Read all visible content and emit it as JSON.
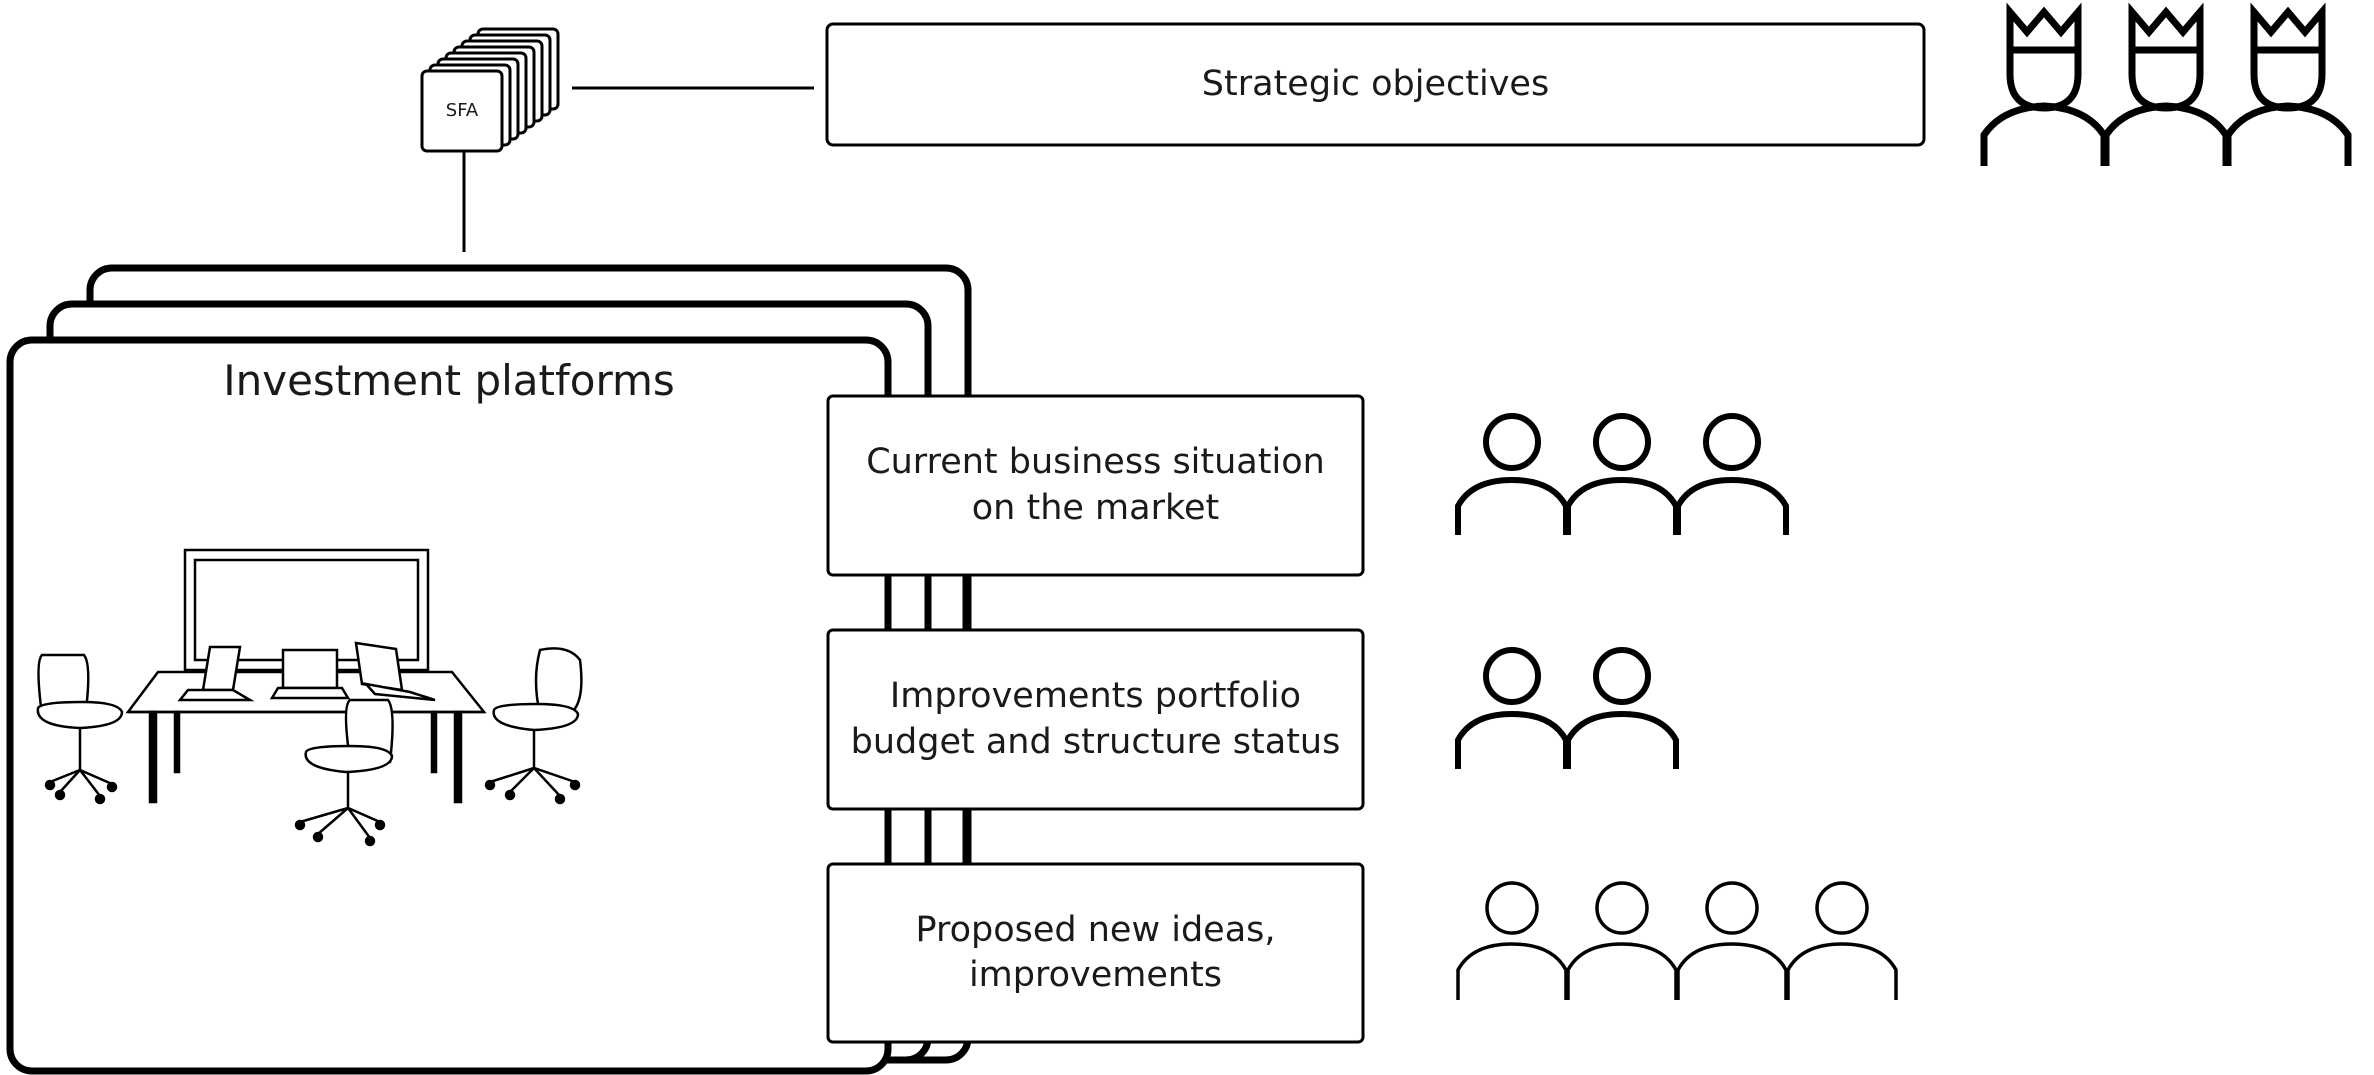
{
  "sfa": {
    "label": "SFA"
  },
  "strategic": {
    "label": "Strategic objectives"
  },
  "platform": {
    "title": "Investment platforms"
  },
  "steps": [
    {
      "label": "Current business situation on the market",
      "audience_count": 3
    },
    {
      "label": "Improvements portfolio budget and structure status",
      "audience_count": 2
    },
    {
      "label": "Proposed new ideas, improvements",
      "audience_count": 4
    }
  ],
  "leaders": {
    "count": 3
  },
  "icons": {
    "sfa": "document-stack-icon",
    "leaders": "crowned-person-icon",
    "people": "person-icon",
    "meeting": "meeting-room-icon"
  },
  "colors": {
    "stroke": "#000000",
    "text": "#1a1a1a",
    "background": "#ffffff"
  }
}
